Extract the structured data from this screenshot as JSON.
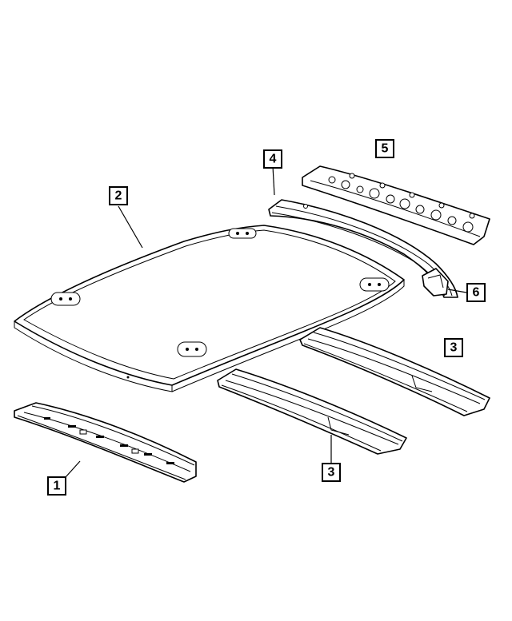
{
  "callouts": [
    {
      "id": "c1",
      "label": "1"
    },
    {
      "id": "c2",
      "label": "2"
    },
    {
      "id": "c3a",
      "label": "3"
    },
    {
      "id": "c3b",
      "label": "3"
    },
    {
      "id": "c4",
      "label": "4"
    },
    {
      "id": "c5",
      "label": "5"
    },
    {
      "id": "c6",
      "label": "6"
    }
  ],
  "colors": {
    "line": "#000000",
    "background": "#ffffff"
  }
}
